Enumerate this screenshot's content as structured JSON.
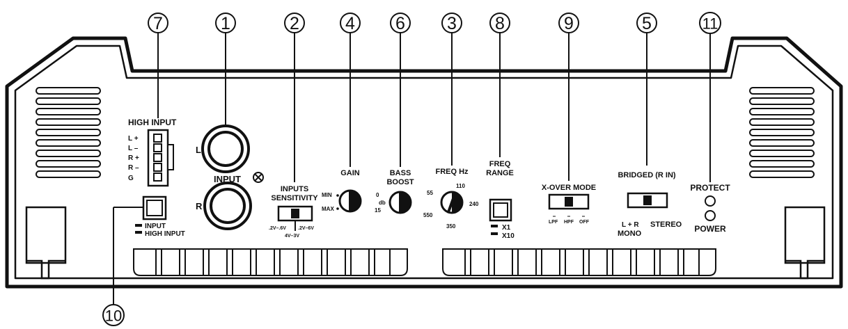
{
  "callouts": [
    "7",
    "1",
    "2",
    "4",
    "6",
    "3",
    "8",
    "9",
    "5",
    "11",
    "10"
  ],
  "high_input": {
    "title": "HIGH INPUT",
    "pins": [
      "L +",
      "L –",
      "R +",
      "R –",
      "G"
    ]
  },
  "rca": {
    "title": "INPUT",
    "left": "L",
    "right": "R"
  },
  "input_select": {
    "opt1": "INPUT",
    "opt2": "HIGH INPUT"
  },
  "sensitivity": {
    "title1": "INPUTS",
    "title2": "SENSITIVITY",
    "opt_a": ".2V–.6V",
    "opt_b": ".2V–6V",
    "opt_c": "4V–3V"
  },
  "gain": {
    "title": "GAIN",
    "min": "MIN",
    "max": "MAX"
  },
  "bass_boost": {
    "title1": "BASS",
    "title2": "BOOST",
    "t0": "0",
    "tdb": "db",
    "t15": "15"
  },
  "freq": {
    "title": "FREQ Hz",
    "t55": "55",
    "t110": "110",
    "t240": "240",
    "t350": "350",
    "t550": "550"
  },
  "freq_range": {
    "title1": "FREQ",
    "title2": "RANGE",
    "x1": "X1",
    "x10": "X10"
  },
  "xover": {
    "title": "X-OVER MODE",
    "lpf": "LPF",
    "hpf": "HPF",
    "off": "OFF"
  },
  "bridged": {
    "title": "BRIDGED (R IN)",
    "lr": "L + R",
    "mono": "MONO",
    "stereo": "STEREO"
  },
  "leds": {
    "protect": "PROTECT",
    "power": "POWER"
  }
}
